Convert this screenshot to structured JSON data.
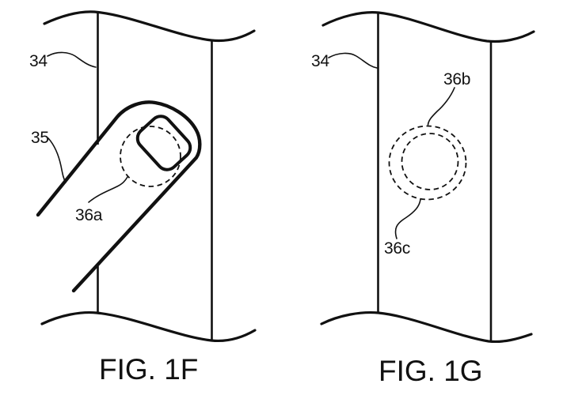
{
  "sheet": {
    "type": "patent-line-drawing",
    "background_color": "#ffffff",
    "ink_color": "#111111"
  },
  "fig_1f": {
    "caption": "FIG. 1F",
    "ref_substrate": "34",
    "ref_finger": "35",
    "ref_touch_region": "36a"
  },
  "fig_1g": {
    "caption": "FIG. 1G",
    "ref_substrate": "34",
    "ref_region_outer": "36b",
    "ref_region_inner": "36c"
  }
}
